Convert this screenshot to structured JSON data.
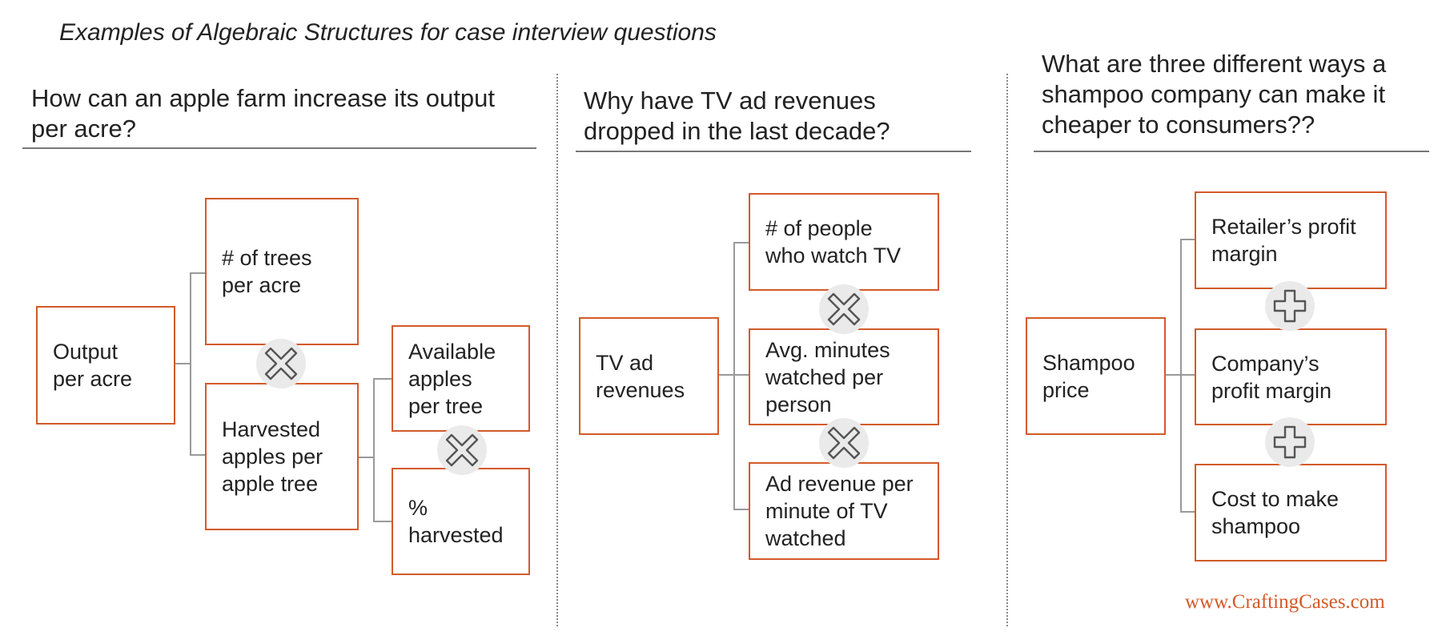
{
  "title": "Examples of Algebraic Structures for case interview questions",
  "footer": "www.CraftingCases.com",
  "colors": {
    "box_border": "#d35a2a",
    "connector": "#999999",
    "operator_bg": "#eaeaea",
    "footer_text": "#d35a2a"
  },
  "panels": [
    {
      "question": "How can an apple farm increase its output\nper acre?",
      "root": "Output\nper acre",
      "children": [
        "# of trees\nper acre",
        "Harvested\napples per\napple tree"
      ],
      "operators": [
        "multiply"
      ],
      "sub_children": [
        "Available\napples\nper tree",
        "%\nharvested"
      ],
      "sub_operators": [
        "multiply"
      ]
    },
    {
      "question": "Why have TV ad revenues\ndropped in the last decade?",
      "root": "TV ad\nrevenues",
      "children": [
        "# of people\nwho watch TV",
        "Avg. minutes\nwatched per\nperson",
        "Ad revenue per\nminute of TV\nwatched"
      ],
      "operators": [
        "multiply",
        "multiply"
      ]
    },
    {
      "question": "What are three different ways a\nshampoo company can make it\ncheaper to consumers??",
      "root": "Shampoo\nprice",
      "children": [
        "Retailer’s profit\nmargin",
        "Company’s\nprofit margin",
        "Cost to make\nshampoo"
      ],
      "operators": [
        "plus",
        "plus"
      ]
    }
  ]
}
